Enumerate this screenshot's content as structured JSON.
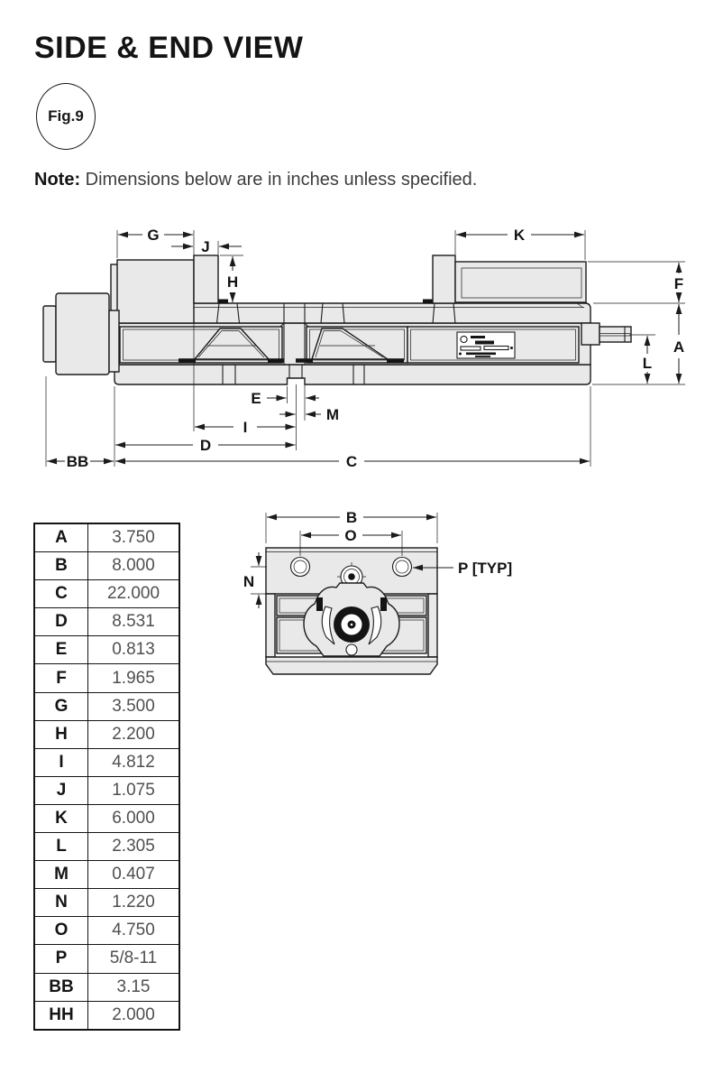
{
  "header": {
    "title": "SIDE & END VIEW",
    "fig_label": "Fig.9",
    "note_label": "Note:",
    "note_text": " Dimensions below are in inches unless specified."
  },
  "side_view": {
    "dims": {
      "G": "G",
      "J": "J",
      "H": "H",
      "K": "K",
      "F": "F",
      "A": "A",
      "L": "L",
      "E": "E",
      "M": "M",
      "I": "I",
      "D": "D",
      "BB": "BB",
      "C": "C"
    }
  },
  "end_view": {
    "dims": {
      "B": "B",
      "O": "O",
      "N": "N",
      "P": "P [TYP]"
    }
  },
  "dimensions_table": {
    "rows": [
      {
        "label": "A",
        "value": "3.750"
      },
      {
        "label": "B",
        "value": "8.000"
      },
      {
        "label": "C",
        "value": "22.000"
      },
      {
        "label": "D",
        "value": "8.531"
      },
      {
        "label": "E",
        "value": "0.813"
      },
      {
        "label": "F",
        "value": "1.965"
      },
      {
        "label": "G",
        "value": "3.500"
      },
      {
        "label": "H",
        "value": "2.200"
      },
      {
        "label": "I",
        "value": "4.812"
      },
      {
        "label": "J",
        "value": "1.075"
      },
      {
        "label": "K",
        "value": "6.000"
      },
      {
        "label": "L",
        "value": "2.305"
      },
      {
        "label": "M",
        "value": "0.407"
      },
      {
        "label": "N",
        "value": "1.220"
      },
      {
        "label": "O",
        "value": "4.750"
      },
      {
        "label": "P",
        "value": "5/8-11"
      },
      {
        "label": "BB",
        "value": "3.15"
      },
      {
        "label": "HH",
        "value": "2.000"
      }
    ]
  },
  "colors": {
    "line": "#1b1b1b",
    "metal_fill": "#e9e9e9",
    "table_value_text": "#4f4f4f"
  }
}
